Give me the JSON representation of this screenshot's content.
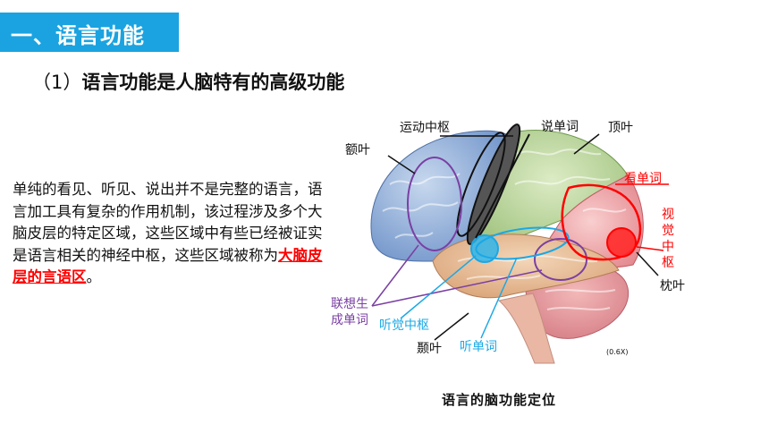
{
  "section": {
    "title": "一、语言功能"
  },
  "subtitle": {
    "paren": "（1）",
    "text": "语言功能是人脑特有的高级功能"
  },
  "body": {
    "text": "单纯的看见、听见、说出并不是完整的语言，语言加工具有复杂的作用机制，该过程涉及多个大脑皮层的特定区域，这些区域中有些已经被证实是语言相关的神经中枢，这些区域被称为",
    "emphasis": "大脑皮层的言语区",
    "end": "。"
  },
  "figure": {
    "labels": {
      "motor_center": "运动中枢",
      "speak_word": "说单词",
      "parietal": "顶叶",
      "frontal": "额叶",
      "see_word": "看单词",
      "visual_1": "视",
      "visual_2": "觉",
      "visual_3": "中",
      "visual_4": "枢",
      "occipital": "枕叶",
      "assoc_1": "联想生",
      "assoc_2": "成单词",
      "auditory_center": "听觉中枢",
      "temporal": "颞叶",
      "hear_word": "听单词",
      "scale": "(0.6X)"
    },
    "caption": "语言的脑功能定位"
  },
  "colors": {
    "banner": "#1aa3e0",
    "red": "#ff0000",
    "blue": "#1aa8e6",
    "purple": "#7a3fa3"
  }
}
